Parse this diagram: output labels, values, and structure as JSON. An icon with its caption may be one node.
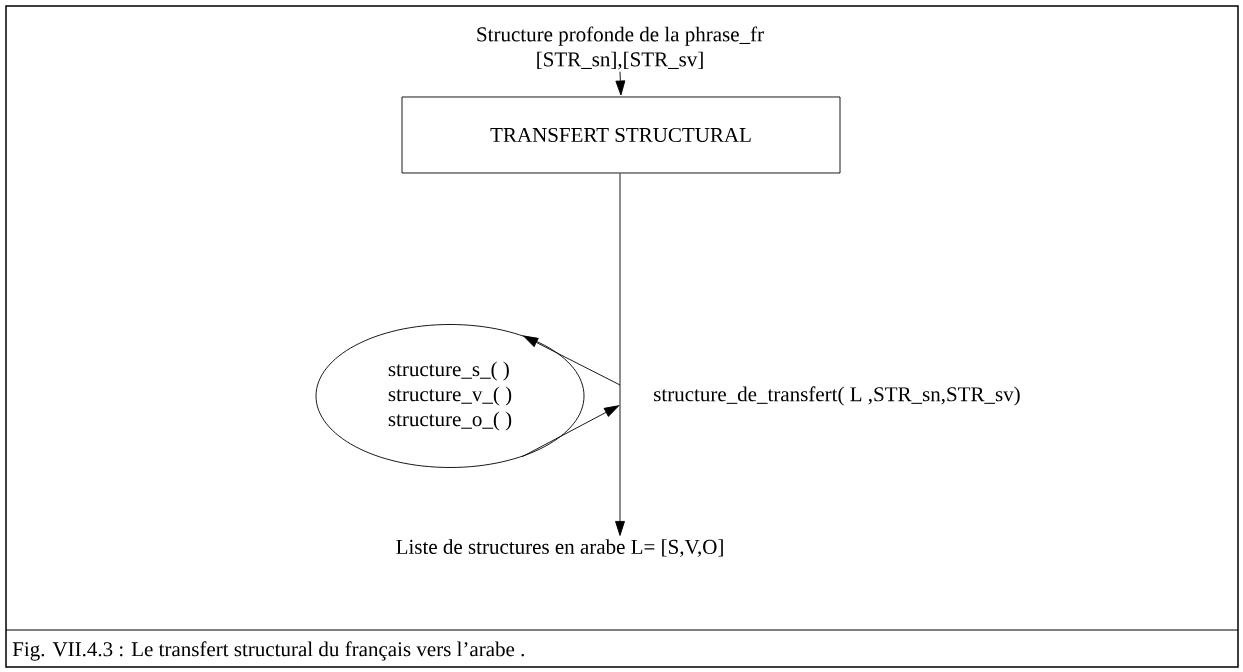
{
  "diagram": {
    "caption": "Fig. VII.4.3 : Le transfert structural du français vers l’arabe .",
    "nodes": [
      {
        "text": [
          "Structure profonde de la phrase_fr",
          "[STR_sn],[STR_sv]"
        ]
      },
      {
        "text": [
          "TRANSFERT STRUCTURAL"
        ]
      },
      {
        "text": [
          "structure_s_( )",
          "structure_v_( )",
          "structure_o_( )"
        ]
      },
      {
        "text": [
          "Liste de structures en arabe L= [S,V,O]"
        ]
      }
    ],
    "edges": [
      {
        "from": 0,
        "to": 1,
        "arrow": "to"
      },
      {
        "from": 1,
        "to": 3,
        "arrow": "to",
        "label": "structure_de_transfert( L ,STR_sn,STR_sv)"
      },
      {
        "from": null,
        "to": 2,
        "arrow": "to"
      },
      {
        "from": 2,
        "to": null,
        "arrow": "to"
      }
    ]
  }
}
